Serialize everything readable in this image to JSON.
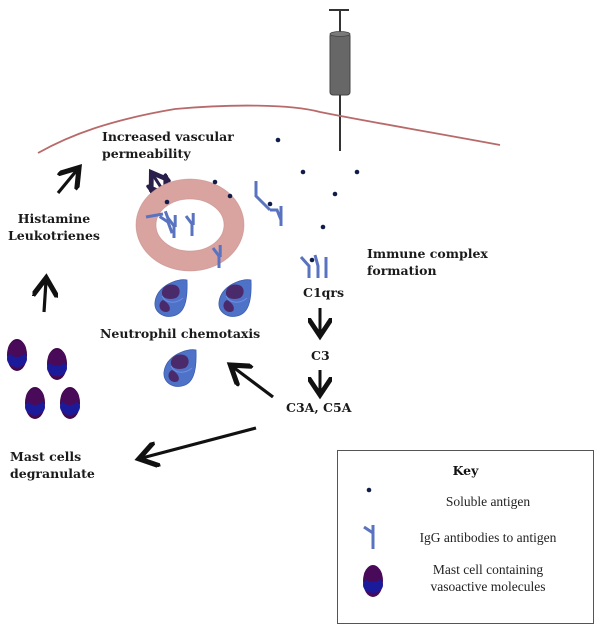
{
  "diagram": {
    "title": "Type III hypersensitivity (Arthus reaction) schematic",
    "labels": {
      "vascular_permeability": [
        "Increased vascular",
        "permeability"
      ],
      "histamine": [
        "Histamine",
        "Leukotrienes"
      ],
      "immune_complex": [
        "Immune complex",
        "formation"
      ],
      "c1qrs": "C1qrs",
      "c3": "C3",
      "c3a_c5a": "C3A, C5A",
      "neutrophil_chemotaxis": "Neutrophil chemotaxis",
      "mast_cells_degranulate": [
        "Mast cells",
        "degranulate"
      ]
    },
    "elements": {
      "syringe": "syringe-injection",
      "skin": "skin-surface-curve",
      "vessel": "blood-vessel-cross-section",
      "neutrophil_count": 3,
      "mast_cell_count": 4
    },
    "colors": {
      "skin": "#b86a6a",
      "vessel": "#d9a3a0",
      "antibody": "#5a73c0",
      "antigen": "#101c4a",
      "neutrophil_body": "#4f72c9",
      "neutrophil_nucleus": "#4a2a6a",
      "mast_outer": "#4a0a5a",
      "mast_inner": "#1a1a9a",
      "syringe": "#666666",
      "arrow": "#111111",
      "double_arrow": "#2a1f4a"
    }
  },
  "key": {
    "title": "Key",
    "items": [
      {
        "icon": "soluble-antigen-icon",
        "label": [
          "Soluble antigen"
        ]
      },
      {
        "icon": "igg-antibody-icon",
        "label": [
          "IgG antibodies to antigen"
        ]
      },
      {
        "icon": "mast-cell-icon",
        "label": [
          "Mast cell containing",
          "vasoactive molecules"
        ]
      }
    ]
  }
}
